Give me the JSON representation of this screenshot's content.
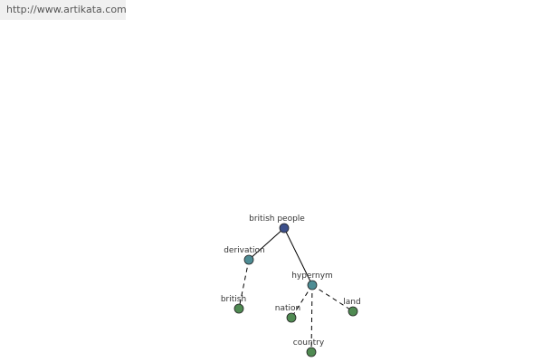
{
  "source": {
    "url": "http://www.artikata.com"
  },
  "graph": {
    "colors": {
      "root": "#3c4f8a",
      "relation": "#4d8c94",
      "leaf": "#4f8a52",
      "edge": "#000000"
    },
    "nodes": {
      "root": "british people",
      "derivation": "derivation",
      "hypernym": "hypernym",
      "british": "british",
      "nation": "nation",
      "land": "land",
      "country": "country"
    },
    "edges": [
      {
        "from": "root",
        "to": "derivation",
        "style": "solid"
      },
      {
        "from": "root",
        "to": "hypernym",
        "style": "solid"
      },
      {
        "from": "derivation",
        "to": "british",
        "style": "dashed"
      },
      {
        "from": "hypernym",
        "to": "nation",
        "style": "dashed"
      },
      {
        "from": "hypernym",
        "to": "country",
        "style": "dashed"
      },
      {
        "from": "hypernym",
        "to": "land",
        "style": "dashed"
      }
    ]
  }
}
